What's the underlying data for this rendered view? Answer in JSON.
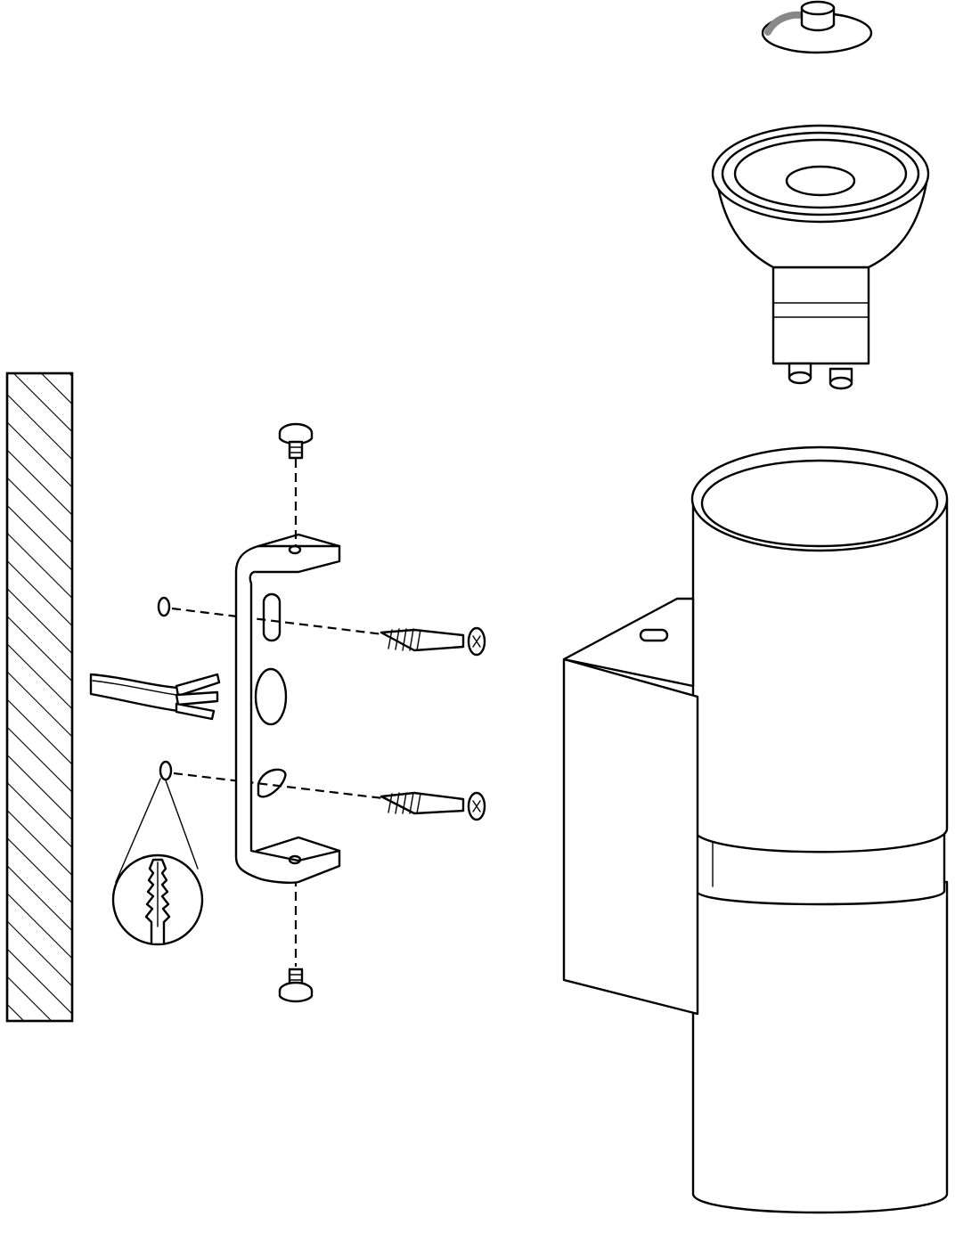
{
  "diagram": {
    "kind": "exploded-assembly-drawing",
    "text_labels": [],
    "parts": [
      "wall",
      "power-cable",
      "mounting-bracket",
      "wall-plug",
      "wall-screw",
      "bracket-set-screw",
      "wall-lamp-housing",
      "gu10-bulb",
      "lens-cap"
    ],
    "colors": {
      "line": "#000000",
      "background": "#ffffff",
      "accent_gray": "#888888"
    }
  }
}
